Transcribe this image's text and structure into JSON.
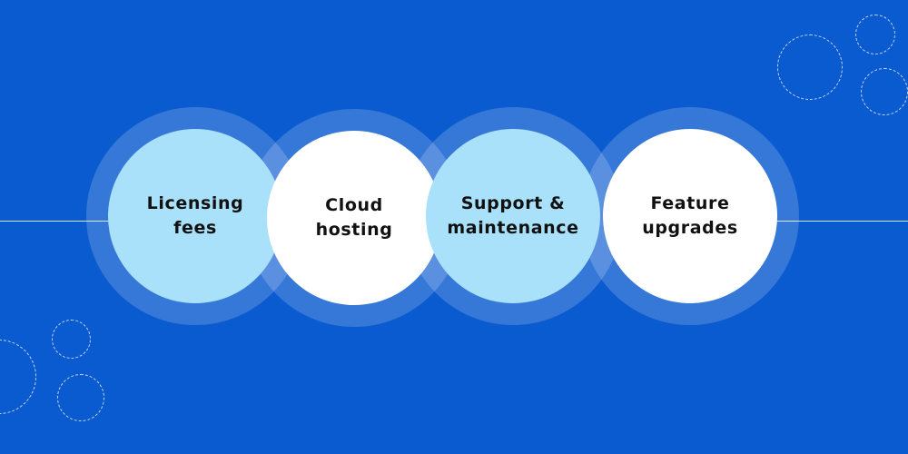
{
  "colors": {
    "background": "#0a5bd0",
    "light_node": "#a9e1fb",
    "white_node": "#ffffff",
    "text": "#111111"
  },
  "nodes": [
    {
      "label": "Licensing\nfees",
      "fill": "light"
    },
    {
      "label": "Cloud\nhosting",
      "fill": "white"
    },
    {
      "label": "Support &\nmaintenance",
      "fill": "light"
    },
    {
      "label": "Feature\nupgrades",
      "fill": "white"
    }
  ]
}
